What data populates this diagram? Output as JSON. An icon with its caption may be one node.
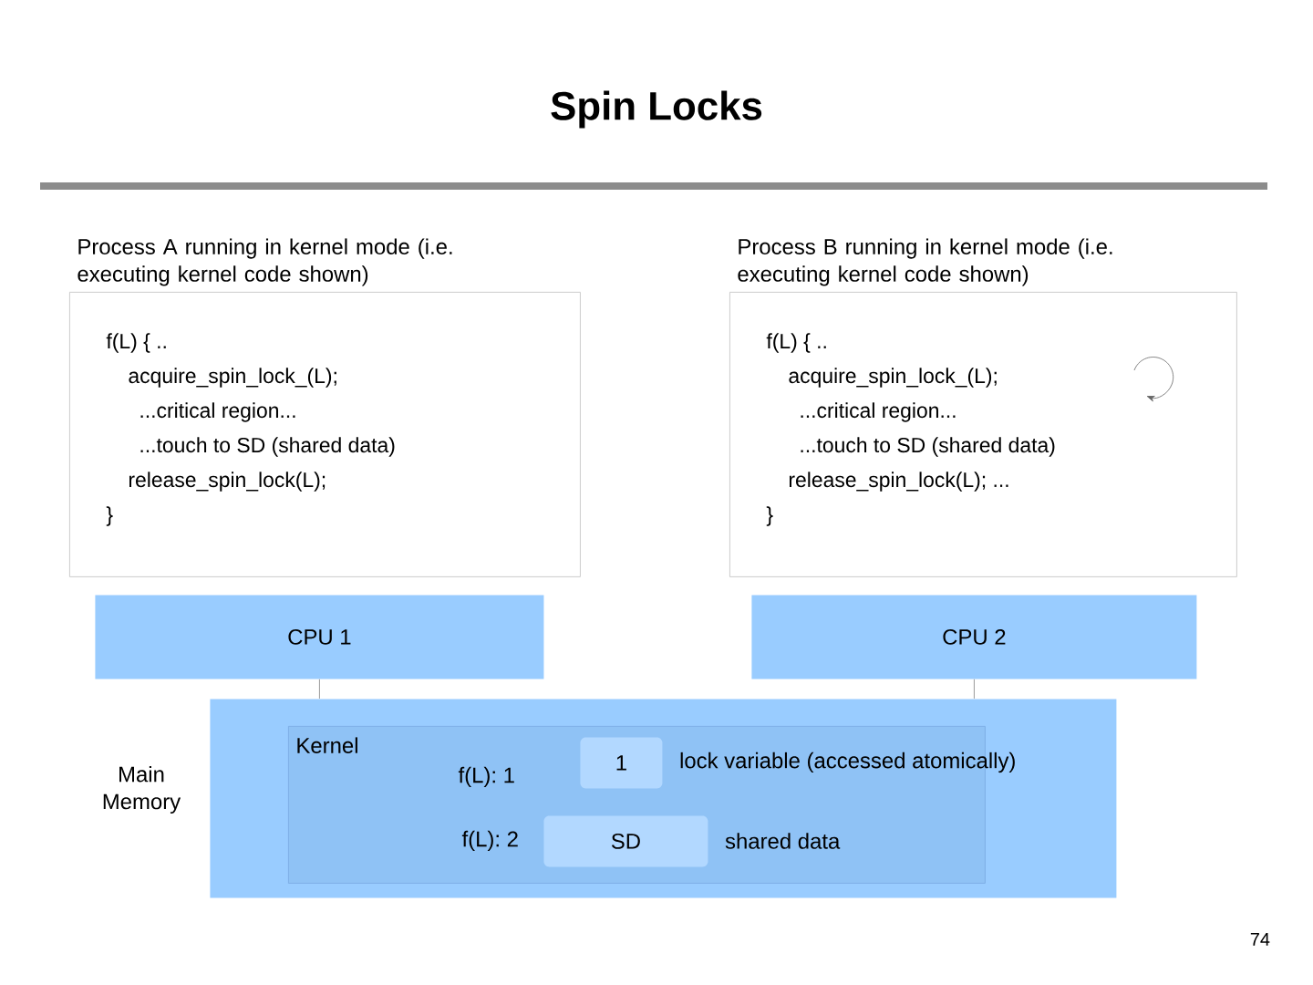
{
  "diagram": {
    "title": "Spin Locks",
    "nodes": [
      {
        "text": [
          "Process A running in kernel mode (i.e. executing kernel code shown)",
          "f(L) { ..",
          "acquire_spin_lock_(L);",
          "...critical region...",
          "...touch to SD (shared data)",
          "release_spin_lock(L);",
          "}"
        ]
      },
      {
        "text": [
          "Process B running in kernel mode (i.e. executing kernel code shown)",
          "f(L) { ..",
          "acquire_spin_lock_(L);",
          "...critical region...",
          "...touch to SD (shared data)",
          "release_spin_lock(L); ...",
          "}"
        ]
      },
      {
        "text": [
          "CPU 1"
        ]
      },
      {
        "text": [
          "CPU 2"
        ]
      },
      {
        "text": [
          "Main Memory"
        ]
      },
      {
        "text": [
          "Kernel"
        ],
        "in": 4
      },
      {
        "text": [
          "1"
        ],
        "in": 5,
        "beside": [
          "f(L): 1",
          "lock variable (accessed atomically)"
        ]
      },
      {
        "text": [
          "SD"
        ],
        "in": 5,
        "beside": [
          "f(L): 2",
          "shared data"
        ]
      }
    ],
    "edges": [
      {
        "from": 2,
        "to": 4,
        "arrow": "none"
      },
      {
        "from": 3,
        "to": 4,
        "arrow": "none"
      }
    ],
    "labels": [
      "74"
    ]
  }
}
